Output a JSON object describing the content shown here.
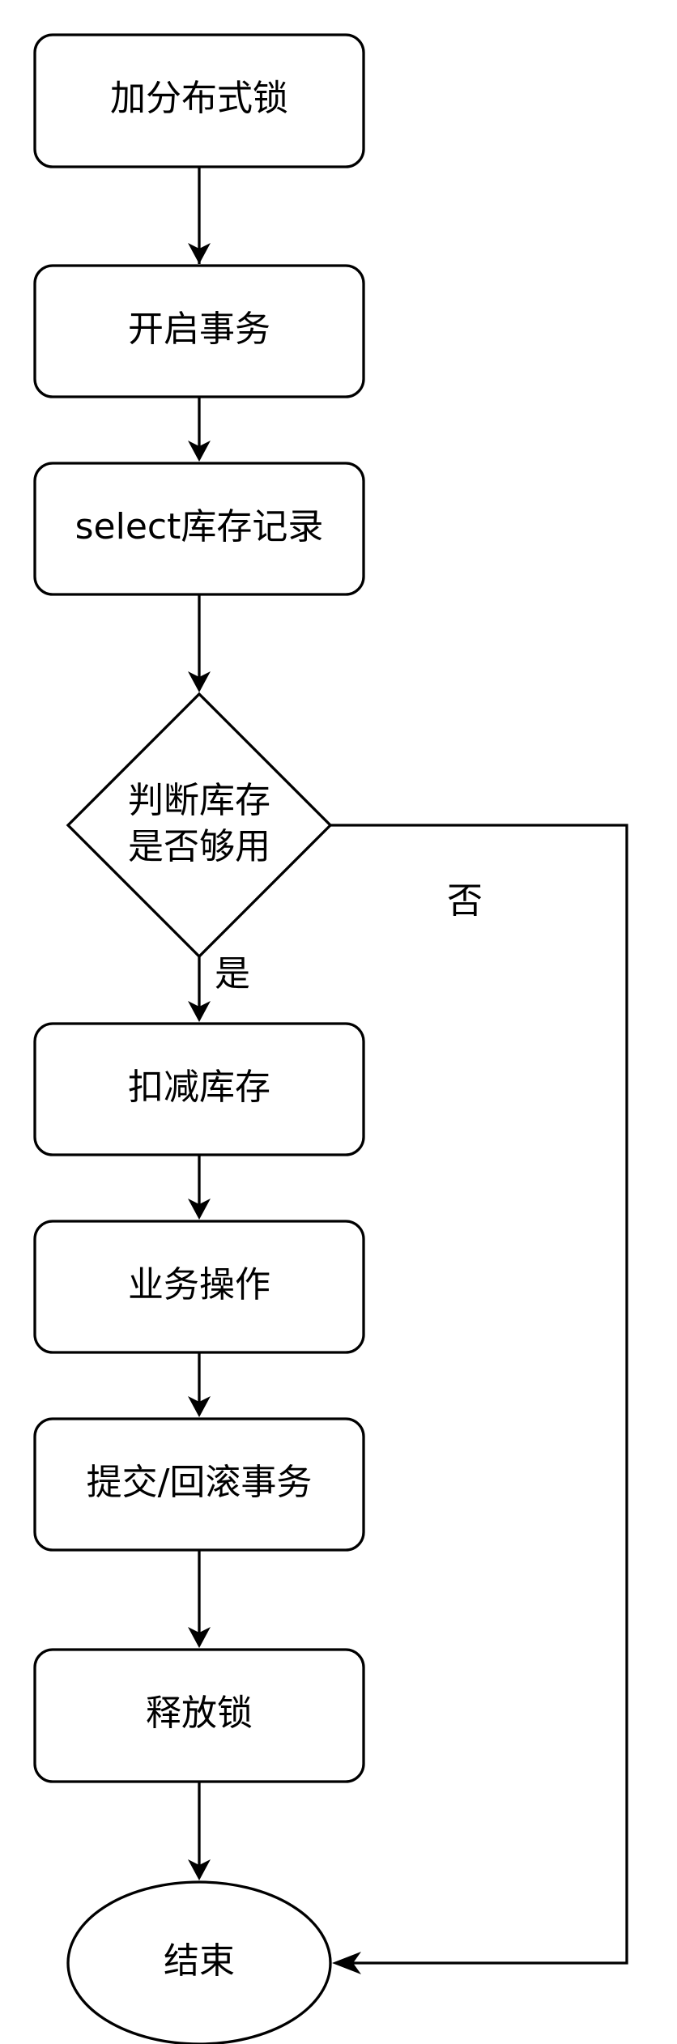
{
  "nodes": {
    "lock": "加分布式锁",
    "begin_tx": "开启事务",
    "select": "select库存记录",
    "check_line1": "判断库存",
    "check_line2": "是否够用",
    "deduct": "扣减库存",
    "business": "业务操作",
    "commit": "提交/回滚事务",
    "release": "释放锁",
    "end": "结束"
  },
  "edges": {
    "yes_label": "是",
    "no_label": "否"
  }
}
